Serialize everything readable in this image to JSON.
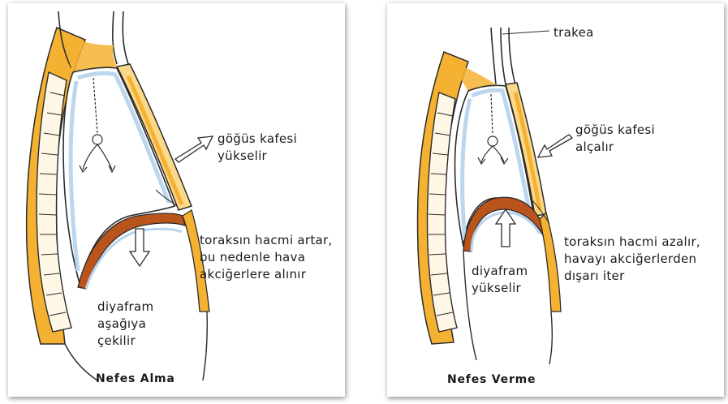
{
  "panels": [
    {
      "title": "Nefes Alma",
      "labels": {
        "ribcage": [
          "göğüs kafesi",
          "yükselir"
        ],
        "thorax": [
          "toraksın hacmi artar,",
          "bu nedenle hava",
          "akciğerlere alınır"
        ],
        "diaphragm": [
          "diyafram",
          "aşağıya",
          "çekilir"
        ]
      }
    },
    {
      "title": "Nefes Verme",
      "labels": {
        "trachea": "trakea",
        "ribcage": [
          "göğüs kafesi",
          "alçalır"
        ],
        "thorax": [
          "toraksın hacmi azalır,",
          "havayı akciğerlerden",
          "dışarı iter"
        ],
        "diaphragm": [
          "diyafram",
          "yükselir"
        ]
      }
    }
  ],
  "colors": {
    "tissue": "#f5b232",
    "tissue_light": "#fbd98a",
    "diaphragm": "#b9541c",
    "pleura": "#b8d4ec",
    "outline": "#2b2b2b",
    "arrow_fill": "#ffffff"
  },
  "icons": [
    "up-right-arrow-icon",
    "down-arrow-icon",
    "up-arrow-icon",
    "down-left-arrow-icon",
    "bell-jar-icon"
  ]
}
